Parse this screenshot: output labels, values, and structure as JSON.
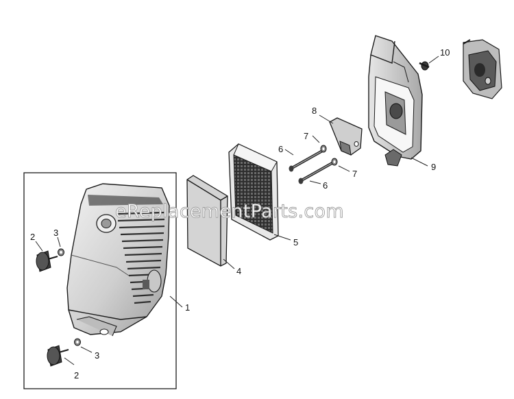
{
  "watermark": "eReplacementParts.com",
  "colors": {
    "ink": "#1a1a1a",
    "part_fill": "#d9d9d9",
    "part_dark": "#4a4a4a",
    "filter_mesh": "#2b2b2b",
    "background": "#ffffff"
  },
  "callouts": {
    "p1": "1",
    "p2a": "2",
    "p2b": "2",
    "p3a": "3",
    "p3b": "3",
    "p4": "4",
    "p5": "5",
    "p6a": "6",
    "p6b": "6",
    "p7a": "7",
    "p7b": "7",
    "p8": "8",
    "p9": "9",
    "p10": "10"
  }
}
